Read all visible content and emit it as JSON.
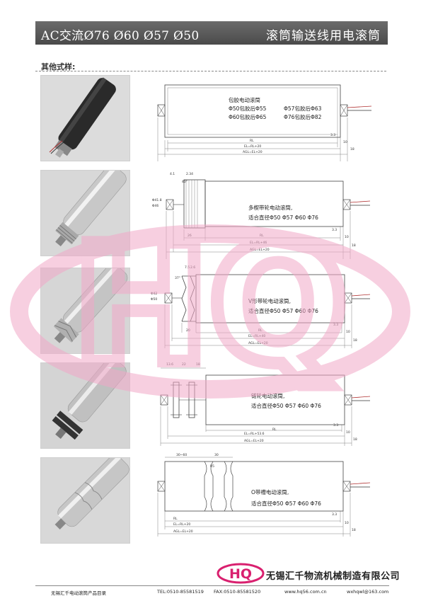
{
  "header": {
    "left_title": "AC交流Ø76  Ø60  Ø57  Ø50",
    "right_title": "滚筒输送线用电滚筒"
  },
  "section": {
    "label": "其他式样:"
  },
  "watermark": {
    "text": "HQ",
    "color": "#f2a8c8"
  },
  "products": [
    {
      "notes": [
        "包胶电动滚筒",
        "Φ50包胶后Φ55",
        "Φ57包胶后Φ63",
        "Φ60包胶后Φ65",
        "Φ76包胶后Φ82"
      ],
      "dims": {
        "d1": "3.3",
        "d2": "10",
        "d3": "18",
        "rl": "RL",
        "el": "EL=RL+20",
        "agl": "AGL=EL+20"
      }
    },
    {
      "notes": [
        "多楔带轮电动滚筒,",
        "适合直径Φ50  Φ57  Φ60  Φ76"
      ],
      "dims": {
        "top1": "4.1",
        "top2": "2.34",
        "angle": "40°",
        "side1": "Φ41.8",
        "side2": "Φ46",
        "left": "26",
        "rl": "RL",
        "d1": "3.3",
        "d2": "10",
        "d3": "18",
        "el": "EL=RL+46",
        "agl": "AGL=EL+20"
      }
    },
    {
      "notes": [
        "V形带轮电动滚筒,",
        "适合直径Φ50  Φ57  Φ60  Φ76"
      ],
      "dims": {
        "top1": "7.5",
        "top2": "2.6",
        "angle": "37°",
        "side1": "Φ42",
        "side2": "Φ50",
        "left": "20",
        "rl": "RL",
        "d1": "3.3",
        "d2": "10",
        "d3": "18",
        "el": "EL=RL+40",
        "agl": "AGL=EL+20"
      }
    },
    {
      "notes": [
        "链轮电动滚筒,",
        "适合直径Φ50  Φ57  Φ60  Φ76"
      ],
      "dims": {
        "top1": "13.6",
        "top2": "22",
        "top3": "18",
        "rl": "RL",
        "d1": "3.3",
        "d2": "10",
        "d3": "18",
        "el": "EL=RL+53.6",
        "agl": "AGL=EL+20"
      }
    },
    {
      "notes": [
        "O带槽电动滚筒,",
        "适合直径Φ50  Φ57  Φ60  Φ76"
      ],
      "dims": {
        "top1": "30~60",
        "top2": "30",
        "radius": "R5",
        "rl": "RL",
        "d1": "3.3",
        "d2": "10",
        "d3": "18",
        "el": "EL=RL+20",
        "agl": "AGL=EL+20"
      }
    }
  ],
  "footer": {
    "logo_text": "HQ",
    "company": "无锡汇千物流机械制造有限公司",
    "catalog": "无锡汇千电动滚筒产品目录",
    "tel": "TEL:0510-85581519",
    "fax": "FAX:0510-85581520",
    "web": "www.hq56.com.cn",
    "email": "wxhqwl@163.com"
  }
}
